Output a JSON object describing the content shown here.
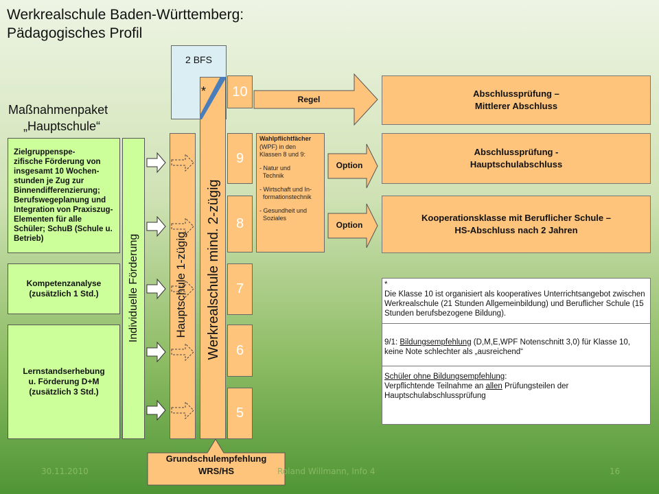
{
  "title_line1": "Werkrealschule Baden-Württemberg:",
  "title_line2": "Pädagogisches Profil",
  "measures_line1": "Maßnahmenpaket",
  "measures_line2": "„Hauptschule“",
  "left_boxes": {
    "zielgruppen": "Zielgruppenspe-\nzifische Förderung von insgesamt 10 Wochen-stunden je Zug zur Binnendifferenzierung; Berufswegeplanung und Integration von Praxiszug-Elementen für alle Schüler; SchuB (Schule u. Betrieb)",
    "kompetenz": "Kompetenzanalyse\n(zusätzlich 1 Std.)",
    "lernstand": "Lernstandserhebung\nu. Förderung D+M\n(zusätzlich 3 Std.)"
  },
  "individuelle": "Individuelle Förderung",
  "hauptschule": "Hauptschule 1-zügig",
  "werkrealschule": "Werkrealschule mind. 2-zügig",
  "bfs": "2 BFS",
  "star": "*",
  "grades": [
    "10",
    "9",
    "8",
    "7",
    "6",
    "5"
  ],
  "wpf": {
    "title": "Wahlpflichtfächer",
    "lines": [
      "(WPF) in den",
      "Klassen 8 und 9:",
      "",
      "- Natur und",
      "  Technik",
      "",
      "- Wirtschaft und In-",
      "  formationstechnik",
      "",
      "- Gesundheit und",
      "  Soziales"
    ]
  },
  "arrows": {
    "regel": "Regel",
    "option1": "Option",
    "option2": "Option"
  },
  "results": {
    "r1": "Abschlussprüfung –\nMittlerer Abschluss",
    "r2": "Abschlussprüfung -\nHauptschulabschluss",
    "r3": "Kooperationsklasse mit Beruflicher Schule –\nHS-Abschluss nach 2 Jahren"
  },
  "notes": {
    "n1": "*\nDie Klasse 10 ist organisiert als kooperatives Unterrichtsangebot zwischen Werkrealschule  (21 Stunden Allgemeinbildung) und Beruflicher Schule (15 Stunden berufsbezogene Bildung).",
    "n2_pre": "9/1: ",
    "n2_u": "Bildungsempfehlung",
    "n2_post": " (D,M,E,WPF Notenschnitt 3,0) für Klasse 10, keine Note schlechter als „ausreichend“",
    "n3_u": "Schüler ohne Bildungsempfehlung",
    "n3_a": ":\nVerpflichtende Teilnahme  an ",
    "n3_u2": "allen",
    "n3_b": " Prüfungsteilen der Hauptschulabschlussprüfung"
  },
  "grundschul": "Grundschulempfehlung\nWRS/HS",
  "footer": {
    "date": "30.11.2010",
    "author": "Roland Willmann, Info 4",
    "page": "16"
  },
  "colors": {
    "green_box": "#ccff99",
    "orange_box": "#ffc47c",
    "blue_triangle": "#4a7ebb",
    "bfs_box": "#dbeef4"
  }
}
